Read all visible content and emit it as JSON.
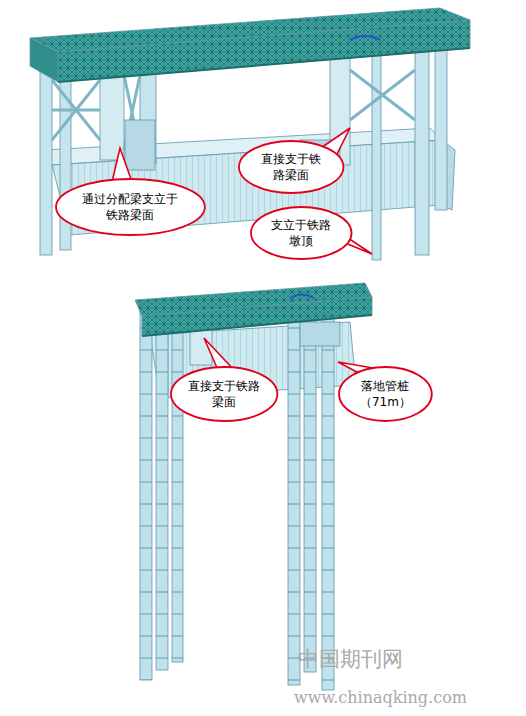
{
  "diagram": {
    "nodes": [
      {
        "text": [
          "通过分配梁支立于铁路梁面"
        ]
      },
      {
        "text": [
          "直接支于铁路梁面"
        ]
      },
      {
        "text": [
          "支立于铁路墩顶"
        ]
      },
      {
        "text": [
          "直接支于铁路梁面"
        ]
      },
      {
        "text": [
          "落地管桩 （71m）"
        ]
      }
    ],
    "edges": [],
    "labels": [
      "中国期刊网",
      "www.chinaqking.com"
    ]
  }
}
